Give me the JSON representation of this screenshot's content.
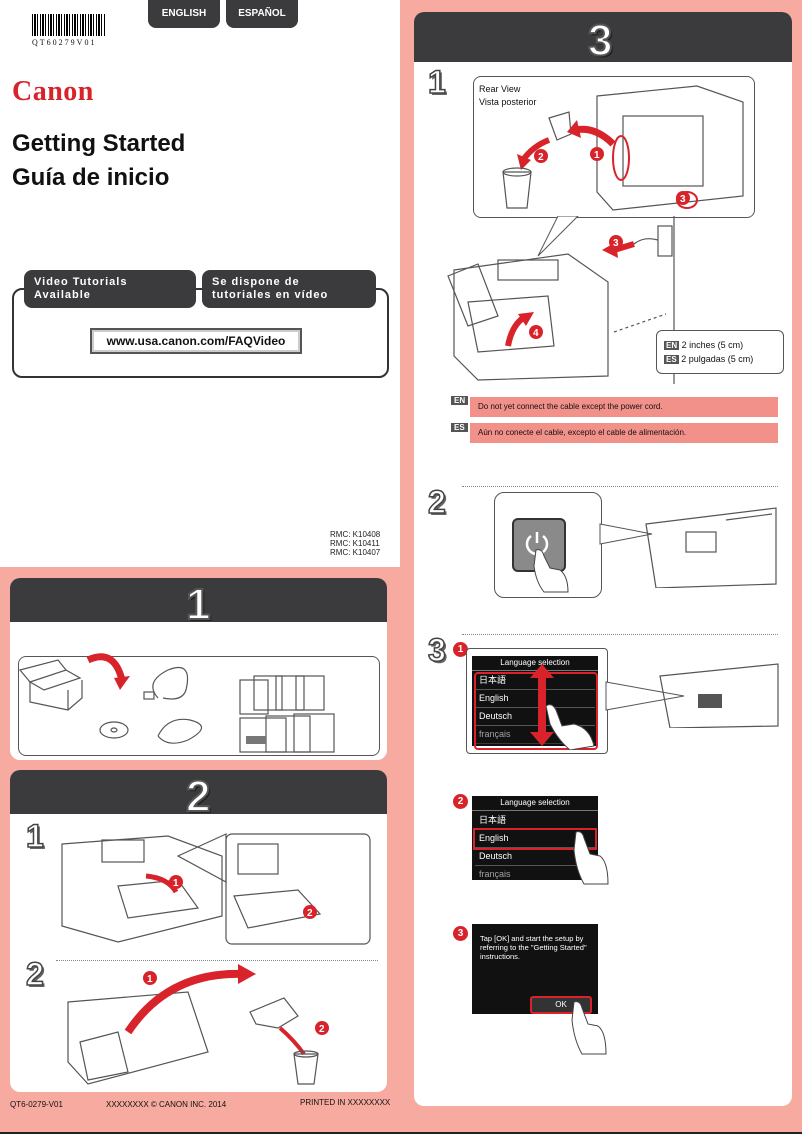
{
  "header": {
    "barcode_text": "QT60279V01",
    "lang_tabs": [
      "ENGLISH",
      "ESPAÑOL"
    ]
  },
  "cover": {
    "brand": "Canon",
    "title_en": "Getting Started",
    "title_es": "Guía de inicio",
    "video_en": "Video Tutorials Available",
    "video_es": "Se dispone de tutoriales en vídeo",
    "video_url": "www.usa.canon.com/FAQVideo",
    "rmc": [
      "RMC: K10408",
      "RMC: K10411",
      "RMC: K10407"
    ]
  },
  "section1": {
    "number": "1"
  },
  "section2": {
    "number": "2",
    "steps": [
      "1",
      "2"
    ]
  },
  "section3": {
    "number": "3",
    "steps": [
      "1",
      "2",
      "3"
    ],
    "rear_view_en": "Rear View",
    "rear_view_es": "Vista posterior",
    "distance_en": "2 inches (5 cm)",
    "distance_es": "2 pulgadas (5 cm)",
    "lang_en": "EN",
    "lang_es": "ES",
    "note_en": "Do not yet connect the cable except the power cord.",
    "note_es": "Aún no conecte el cable, excepto el cable de alimentación.",
    "screen_title": "Language selection",
    "languages": [
      "日本語",
      "English",
      "Deutsch",
      "français"
    ],
    "ok_message": "Tap [OK] and start the setup by referring to the \"Getting Started\" instructions.",
    "ok_label": "OK"
  },
  "footer": {
    "code": "QT6-0279-V01",
    "copyright": "XXXXXXXX © CANON INC. 2014",
    "printed": "PRINTED IN XXXXXXXX"
  },
  "colors": {
    "accent": "#d8232a",
    "dark_bar": "#3b3a3c",
    "background": "#f6aaa0",
    "note_bg": "#f29189"
  }
}
